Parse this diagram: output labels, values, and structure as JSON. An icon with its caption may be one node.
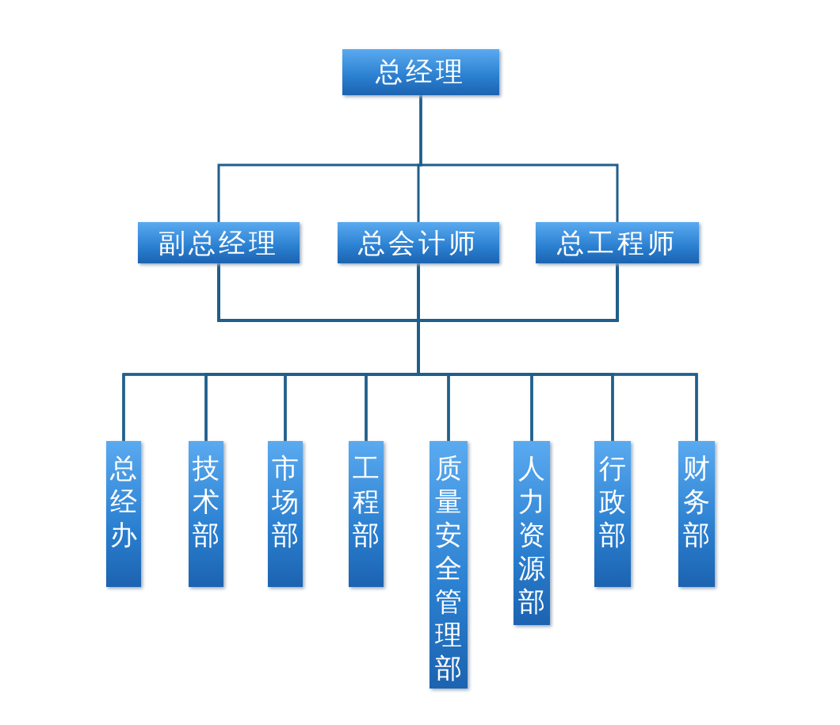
{
  "diagram": {
    "nodes": [
      {
        "text": [
          "总经理"
        ]
      },
      {
        "text": [
          "副总经理"
        ]
      },
      {
        "text": [
          "总会计师"
        ]
      },
      {
        "text": [
          "总工程师"
        ]
      },
      {
        "text": [
          "总经办"
        ]
      },
      {
        "text": [
          "技术部"
        ]
      },
      {
        "text": [
          "市场部"
        ]
      },
      {
        "text": [
          "工程部"
        ]
      },
      {
        "text": [
          "质量安全管理部"
        ]
      },
      {
        "text": [
          "人力资源部"
        ]
      },
      {
        "text": [
          "行政部"
        ]
      },
      {
        "text": [
          "财务部"
        ]
      }
    ],
    "edges": [
      {
        "from": 0,
        "to": 1,
        "arrow": "none"
      },
      {
        "from": 0,
        "to": 2,
        "arrow": "none"
      },
      {
        "from": 0,
        "to": 3,
        "arrow": "none"
      },
      {
        "from": 1,
        "to": 4,
        "arrow": "none"
      },
      {
        "from": 1,
        "to": 5,
        "arrow": "none"
      },
      {
        "from": 1,
        "to": 6,
        "arrow": "none"
      },
      {
        "from": 1,
        "to": 7,
        "arrow": "none"
      },
      {
        "from": 1,
        "to": 8,
        "arrow": "none"
      },
      {
        "from": 1,
        "to": 9,
        "arrow": "none"
      },
      {
        "from": 1,
        "to": 10,
        "arrow": "none"
      },
      {
        "from": 1,
        "to": 11,
        "arrow": "none"
      },
      {
        "from": 2,
        "to": 4,
        "arrow": "none"
      },
      {
        "from": 2,
        "to": 5,
        "arrow": "none"
      },
      {
        "from": 2,
        "to": 6,
        "arrow": "none"
      },
      {
        "from": 2,
        "to": 7,
        "arrow": "none"
      },
      {
        "from": 2,
        "to": 8,
        "arrow": "none"
      },
      {
        "from": 2,
        "to": 9,
        "arrow": "none"
      },
      {
        "from": 2,
        "to": 10,
        "arrow": "none"
      },
      {
        "from": 2,
        "to": 11,
        "arrow": "none"
      },
      {
        "from": 3,
        "to": 4,
        "arrow": "none"
      },
      {
        "from": 3,
        "to": 5,
        "arrow": "none"
      },
      {
        "from": 3,
        "to": 6,
        "arrow": "none"
      },
      {
        "from": 3,
        "to": 7,
        "arrow": "none"
      },
      {
        "from": 3,
        "to": 8,
        "arrow": "none"
      },
      {
        "from": 3,
        "to": 9,
        "arrow": "none"
      },
      {
        "from": 3,
        "to": 10,
        "arrow": "none"
      },
      {
        "from": 3,
        "to": 11,
        "arrow": "none"
      }
    ]
  }
}
